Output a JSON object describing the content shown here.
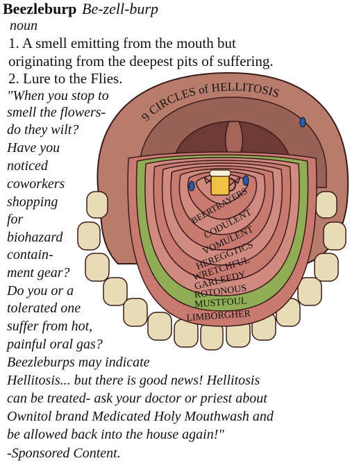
{
  "entry": {
    "headword": "Beezleburp",
    "pronunciation": "Be-zell-burp",
    "part_of_speech": "noun",
    "definitions": [
      "1. A smell emitting from the mouth but",
      "originating from the deepest pits of  suffering.",
      "2. Lure to the Flies."
    ]
  },
  "quote_lines": [
    "\"When you stop to",
    "smell the flowers-",
    "do they wilt?",
    "Have you",
    "noticed",
    "coworkers",
    "shopping",
    "for",
    "biohazard",
    "contain-",
    "ment gear?",
    "Do you or a",
    "tolerated one",
    "suffer from hot,",
    "painful oral gas?",
    "Beezleburps may indicate",
    "Hellitosis...  but there is good news!  Hellitosis",
    "can be treated- ask your doctor or priest about",
    "Ownitol brand Medicated Holy Mouthwash and",
    "be allowed back into the   house again!\"",
    "  -Sponsored Content."
  ],
  "illustration": {
    "title": "9 CIRCLES of HELLITOSIS",
    "circles": [
      "BEERTRAYERS",
      "CODULENT",
      "VOMULENT",
      "HEREGGTICS",
      "WRETCHFUL",
      "GARLEEDY",
      "ROTONOUS",
      "MUSTFOUL",
      "LIMBORGHER"
    ],
    "colors": {
      "mouth": "#b87c6c",
      "palate": "#9a6256",
      "throat": "#6e3a35",
      "tongue": "#c97a70",
      "ring_line": "#3a1a18",
      "green_band": "#8fae55",
      "tooth": "#e8dcb8",
      "fly": "#2a5aa8",
      "beer": "#f0c040"
    }
  }
}
